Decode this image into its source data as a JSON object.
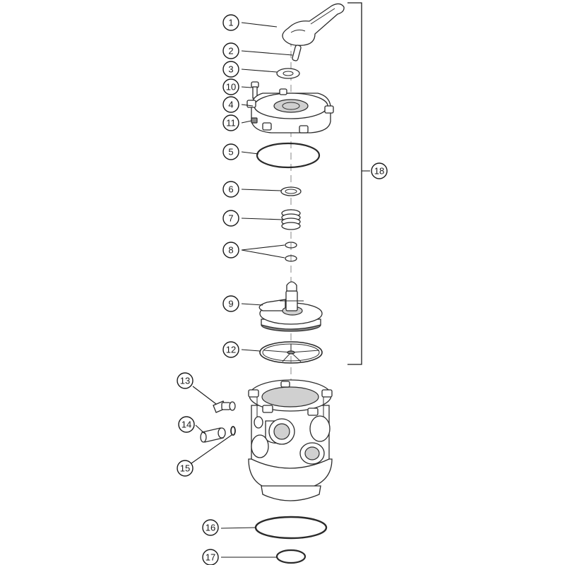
{
  "callouts": [
    {
      "id": "1",
      "label": "1"
    },
    {
      "id": "2",
      "label": "2"
    },
    {
      "id": "3",
      "label": "3"
    },
    {
      "id": "10",
      "label": "10"
    },
    {
      "id": "4",
      "label": "4"
    },
    {
      "id": "11",
      "label": "11"
    },
    {
      "id": "5",
      "label": "5"
    },
    {
      "id": "6",
      "label": "6"
    },
    {
      "id": "7",
      "label": "7"
    },
    {
      "id": "8",
      "label": "8"
    },
    {
      "id": "9",
      "label": "9"
    },
    {
      "id": "12",
      "label": "12"
    },
    {
      "id": "13",
      "label": "13"
    },
    {
      "id": "14",
      "label": "14"
    },
    {
      "id": "15",
      "label": "15"
    },
    {
      "id": "16",
      "label": "16"
    },
    {
      "id": "17",
      "label": "17"
    },
    {
      "id": "18",
      "label": "18"
    }
  ],
  "colors": {
    "line": "#1a1a1a",
    "axis": "#9a9a9a",
    "shade": "#8a8a8a"
  }
}
